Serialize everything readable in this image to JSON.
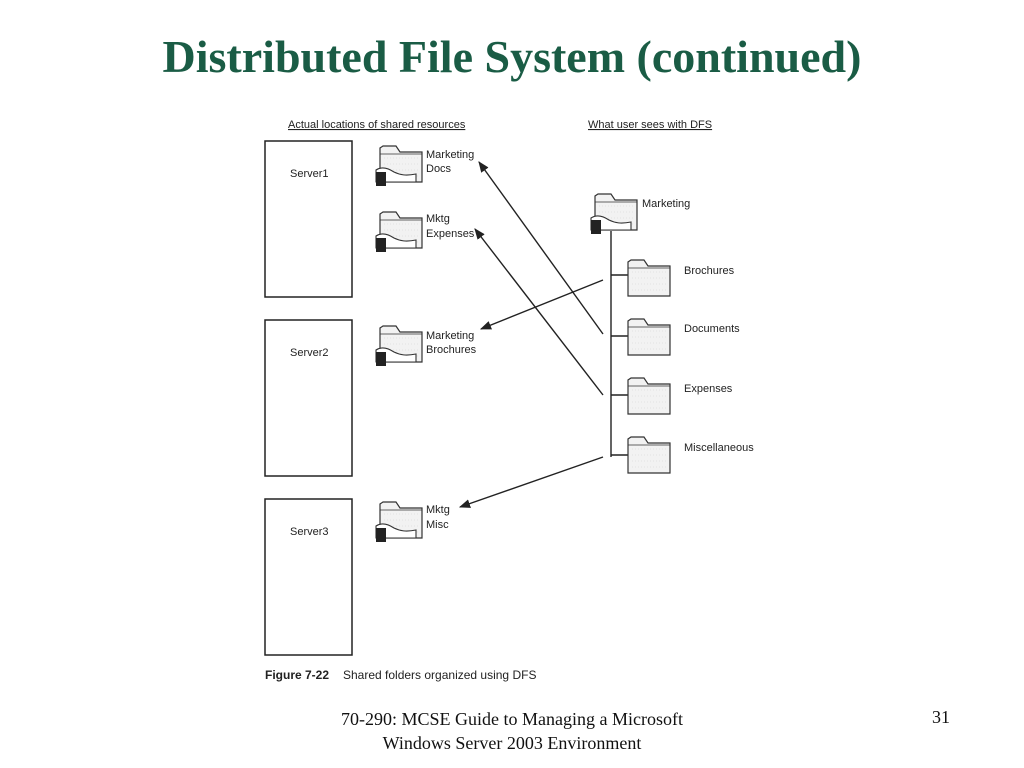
{
  "slide": {
    "title": "Distributed File System (continued)",
    "footer_line1": "70-290: MCSE Guide to Managing a Microsoft",
    "footer_line2": "Windows Server 2003 Environment",
    "page_number": "31"
  },
  "diagram": {
    "left_heading": "Actual locations of shared resources",
    "right_heading": "What user sees with DFS",
    "servers": [
      "Server1",
      "Server2",
      "Server3"
    ],
    "shares": [
      {
        "line1": "Marketing",
        "line2": "Docs",
        "icon": "shared-folder-icon"
      },
      {
        "line1": "Mktg",
        "line2": "Expenses",
        "icon": "shared-folder-icon"
      },
      {
        "line1": "Marketing",
        "line2": "Brochures",
        "icon": "shared-folder-icon"
      },
      {
        "line1": "Mktg",
        "line2": "Misc",
        "icon": "shared-folder-icon"
      }
    ],
    "dfs_root": {
      "label": "Marketing",
      "icon": "shared-folder-icon"
    },
    "dfs_links": [
      {
        "label": "Brochures",
        "icon": "folder-icon"
      },
      {
        "label": "Documents",
        "icon": "folder-icon"
      },
      {
        "label": "Expenses",
        "icon": "folder-icon"
      },
      {
        "label": "Miscellaneous",
        "icon": "folder-icon"
      }
    ],
    "figure_number": "Figure 7-22",
    "figure_caption": "Shared folders organized using DFS"
  },
  "colors": {
    "title": "#1a5c45",
    "line": "#222222",
    "folder_fill": "#f2f2f2"
  }
}
